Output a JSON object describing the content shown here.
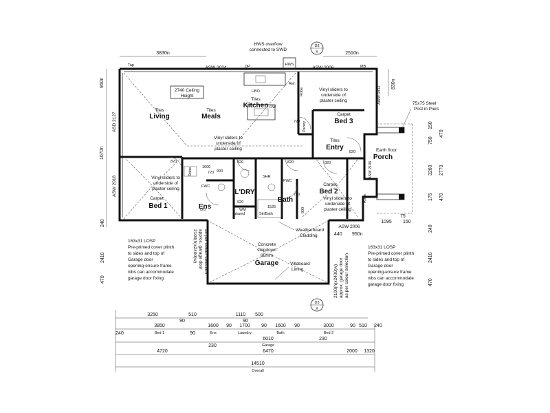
{
  "rooms": {
    "living": "Living",
    "living_finish": "Tiles",
    "meals": "Meals",
    "meals_finish": "Tiles",
    "kitchen": "Kitchen",
    "kitchen_finish": "Tiles",
    "bed3": "Bed 3",
    "bed3_finish": "Carpet",
    "entry": "Entry",
    "entry_finish": "Tiles",
    "porch": "Porch",
    "porch_finish": "Earth floor",
    "bed1": "Bed 1",
    "bed1_finish": "Carpet",
    "ens": "Ens",
    "ldry": "L'DRY",
    "bath": "Bath",
    "bed2": "Bed 2",
    "bed2_finish": "Carpet",
    "garage": "Garage",
    "garage_finish_1": "Concrete",
    "garage_finish_2": "stepdown",
    "garage_finish_3": "85mm"
  },
  "labels": {
    "ceiling_1": "2740 Ceiling",
    "ceiling_2": "Height",
    "vinyl_1": "Vinyl sliders to",
    "vinyl_2": "underside of",
    "vinyl_3": "plaster ceiling",
    "hws_1": "HWS overflow",
    "hws_2": "connected to SWD",
    "hws": "HWS",
    "steel_1": "75x75 Steel",
    "steel_2": "Post in Piers",
    "weatherboard_1": "Weatherboard",
    "weatherboard_2": "Cladding",
    "villaboard_1": "Villaboard",
    "villaboard_2": "Lining",
    "losp_title": "163x31 LOSP",
    "losp_1": "Pre-primed cover plinth",
    "losp_2": "to sides and top of",
    "losp_3": "Garage door",
    "losp_4": "opening-ensure frame",
    "losp_5": "nibs can accommodate",
    "losp_6": "garage door fixing",
    "door_note_1": "2100(h)x2400(w)",
    "door_note_2": "approx. garage door",
    "door_note_3": "as per colour selection",
    "ref": "Ref.",
    "robe": "Robe",
    "pantry": "Pantry",
    "dw": "DW",
    "ubo": "UBO",
    "shr": "SHR",
    "fwc": "FWC",
    "wm": "WM",
    "str_bath": "Str/Bath",
    "glazed": "glazed",
    "section_mark": "D3",
    "section_x": "X",
    "tap": "Tap",
    "mb": "MB",
    "dp": "DP"
  },
  "wall_notes": {
    "asw_2024": "ASW 2024",
    "asw_2006_top": "ASW 2006",
    "asw_2006_bottom": "ASW 2006",
    "asw_1812": "AWW 1812",
    "asd_2127": "ASD 2127",
    "asw_2018": "ASW 2018",
    "asw_2106": "ASW 2106"
  },
  "dimensions": {
    "top_left": "3830n",
    "top_right": "2510n",
    "left_950": "950n",
    "left_1070": "1070n",
    "right_830": "830n",
    "porch_750": "750",
    "porch_150": "150",
    "porch_3260": "3260",
    "porch_2770": "2770",
    "porch_470": "470",
    "porch_175": "175",
    "porch_1095": "1095",
    "porch_75": "75",
    "d240": "240",
    "d2410": "2410",
    "d470": "470",
    "d440": "440",
    "d950n": "950n",
    "d820": "820",
    "d720": "720",
    "d1600": "1600",
    "d900": "900",
    "d1525": "1525",
    "d800": "800",
    "d920": "920",
    "row1": [
      "3250",
      "510",
      "1110",
      "500"
    ],
    "row2": [
      "3850",
      "90",
      "1600",
      "90",
      "1700",
      "90",
      "1600",
      "90",
      "3000",
      "90",
      "510",
      "240"
    ],
    "row2_start": "240",
    "row2_captions": [
      "Bed 1",
      "Ens",
      "Laundry",
      "Bath",
      "Bed 2"
    ],
    "row3": [
      "230",
      "6010",
      "230"
    ],
    "row4": [
      "4720",
      "6470",
      "2000",
      "1320"
    ],
    "row4_caption": "Garage",
    "overall": "14510",
    "overall_caption": "Overall"
  }
}
